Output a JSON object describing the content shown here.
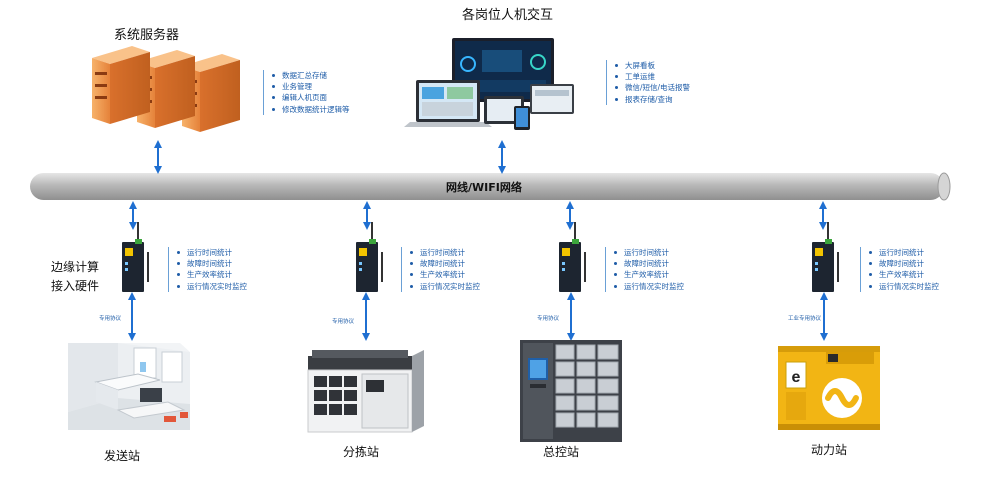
{
  "server": {
    "title": "系统服务器",
    "features": [
      "数据汇总存储",
      "业务管理",
      "编辑人机页面",
      "修改数据统计逻辑等"
    ]
  },
  "hmi": {
    "title": "各岗位人机交互",
    "features": [
      "大屏看板",
      "工单运维",
      "微信/短信/电话报警",
      "报表存储/查询"
    ]
  },
  "network": {
    "label": "网线/WIFI网络"
  },
  "edge": {
    "label_line1": "边缘计算",
    "label_line2": "接入硬件"
  },
  "gateway_features": [
    "运行时间统计",
    "故障时间统计",
    "生产效率统计",
    "运行情况实时监控"
  ],
  "stations": [
    {
      "name": "发送站",
      "protocol": "专用协议"
    },
    {
      "name": "分拣站",
      "protocol": "专用协议"
    },
    {
      "name": "总控站",
      "protocol": "专用协议"
    },
    {
      "name": "动力站",
      "protocol": "工业专用协议"
    }
  ],
  "colors": {
    "arrow": "#1f6fd1",
    "text_blue": "#1f5da8",
    "server_orange": "#f39a4a",
    "compressor_yellow": "#f1b413"
  }
}
